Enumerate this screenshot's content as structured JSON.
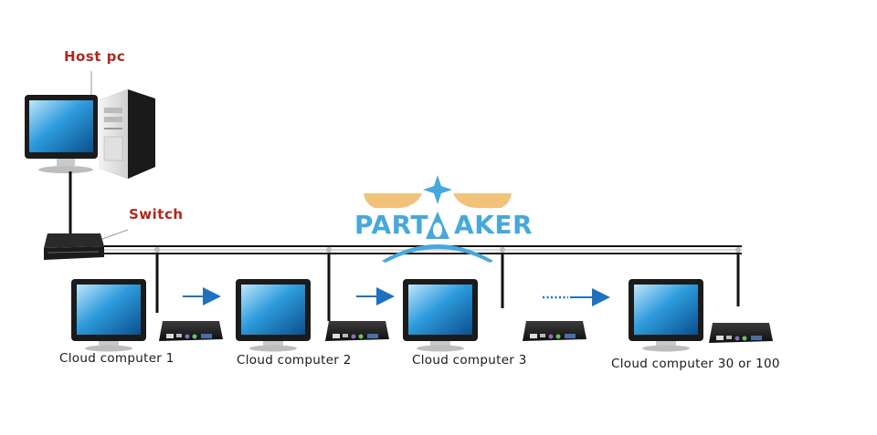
{
  "labels": {
    "host_pc": "Host pc",
    "switch": "Switch"
  },
  "logo": {
    "left": "PART",
    "right": "AKER",
    "accent_color": "#46a8dc",
    "wing_color": "#f2c27a"
  },
  "cloud_computers": [
    {
      "label": "Cloud computer 1"
    },
    {
      "label": "Cloud computer 2"
    },
    {
      "label": "Cloud computer 3"
    },
    {
      "label": "Cloud computer 30 or 100"
    }
  ],
  "colors": {
    "label_red": "#b3261e",
    "arrow_blue": "#1e72bd",
    "cable_black": "#111111"
  }
}
